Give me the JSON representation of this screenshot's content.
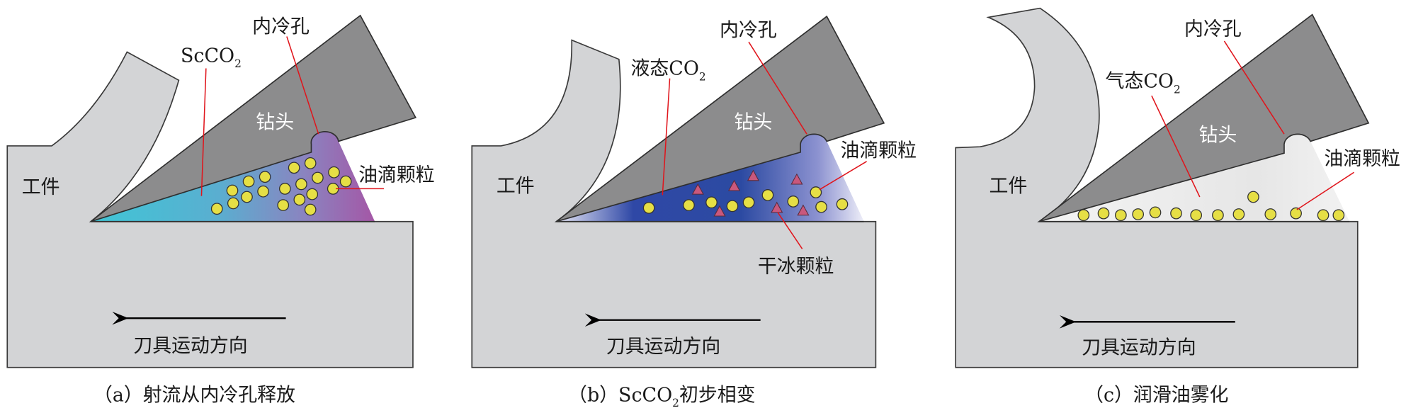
{
  "labels": {
    "cooling_hole": "内冷孔",
    "drill": "钻头",
    "oil_droplets": "油滴颗粒",
    "workpiece": "工件",
    "tool_motion": "刀具运动方向",
    "dry_ice": "干冰颗粒"
  },
  "panels": [
    {
      "fluid_label": "ScCO",
      "fluid_sub": "2",
      "caption": "（a）射流从内冷孔释放"
    },
    {
      "fluid_label": "液态CO",
      "fluid_sub": "2",
      "caption_pre": "（b）ScCO",
      "caption_sub": "2",
      "caption_post": "初步相变"
    },
    {
      "fluid_label": "气态CO",
      "fluid_sub": "2",
      "caption": "（c）润滑油雾化"
    }
  ],
  "colors": {
    "workpiece": "#d3d4d6",
    "drill": "#8c8c8d",
    "leader": "#e0151c",
    "droplet": "#e6df45",
    "dry_ice": "#c9587d"
  }
}
